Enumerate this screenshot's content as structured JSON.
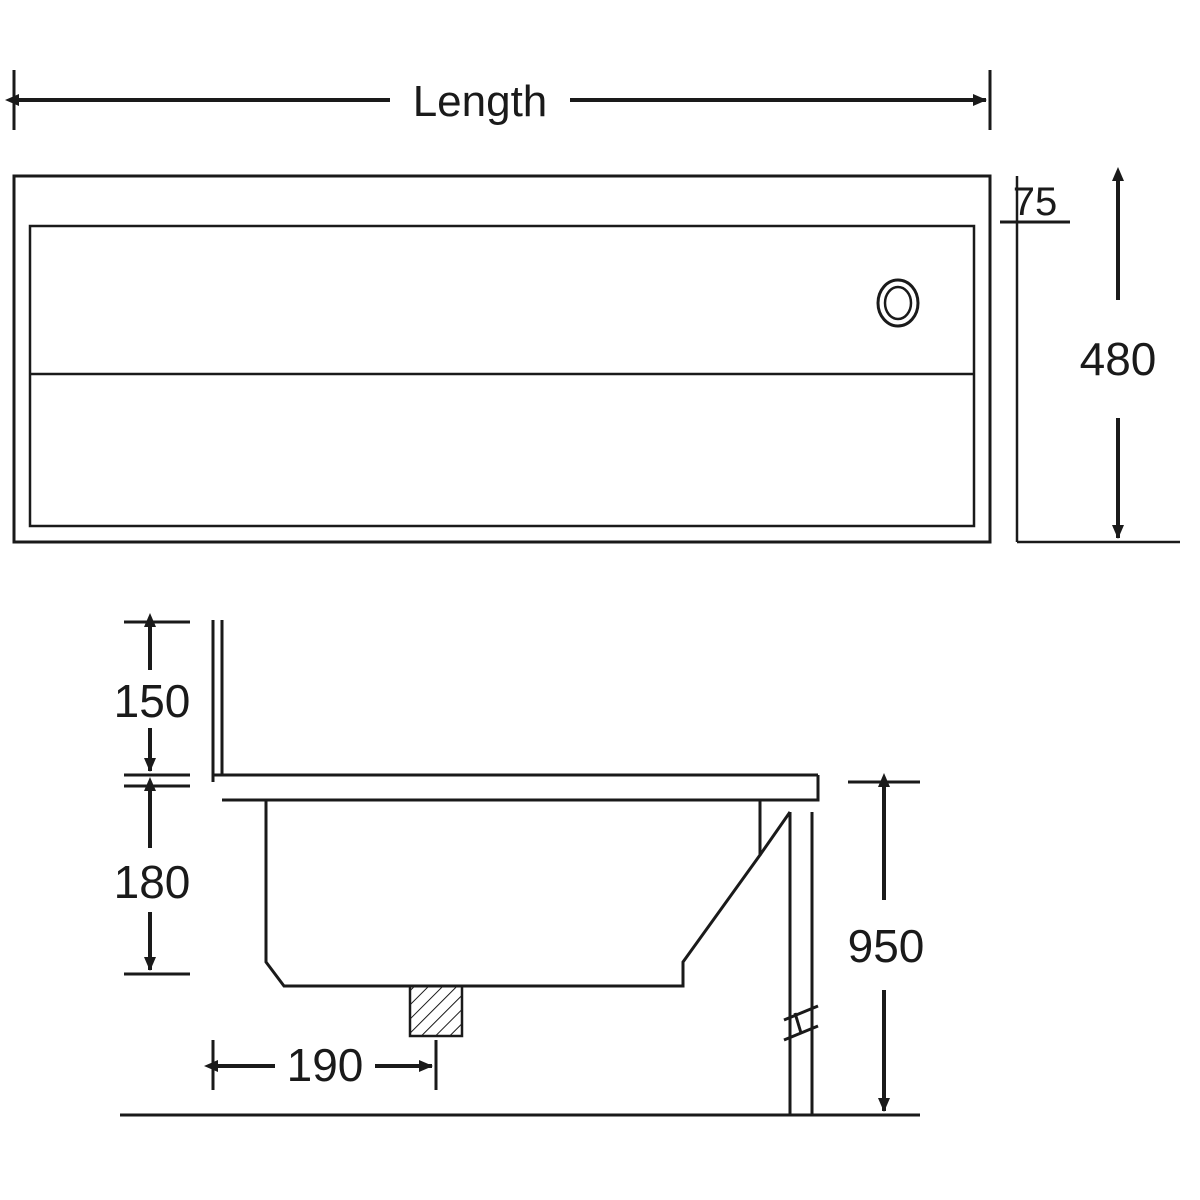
{
  "drawing": {
    "title_label": "Length",
    "line_color": "#1a1a1a",
    "background_color": "#ffffff",
    "views": {
      "plan": {
        "name": "plan-view",
        "dimensions": {
          "length_label": "Length",
          "rim_label": "75",
          "width_label": "480"
        }
      },
      "section": {
        "name": "section-view",
        "dimensions": {
          "splashback_height": "150",
          "bowl_depth": "180",
          "floor_height": "950",
          "waste_offset": "190"
        }
      }
    }
  }
}
